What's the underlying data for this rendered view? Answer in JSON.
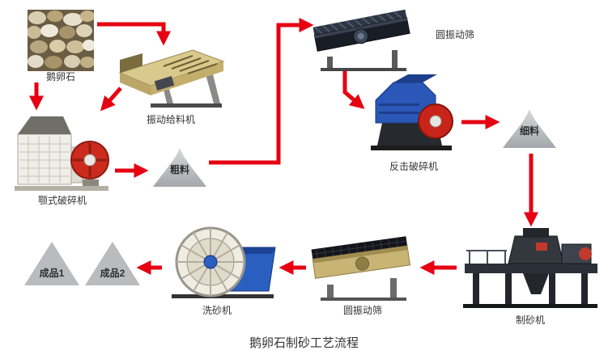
{
  "title": "鹅卵石制砂工艺流程",
  "colors": {
    "arrow": "#e60012",
    "label": "#333333"
  },
  "nodes": {
    "pebbles": {
      "label": "鹅卵石"
    },
    "vibrating_feeder": {
      "label": "振动给料机"
    },
    "jaw_crusher": {
      "label": "颚式破碎机"
    },
    "coarse_material": {
      "label": "粗料"
    },
    "circular_vibrating_screen_top": {
      "label": "圆振动筛"
    },
    "impact_crusher": {
      "label": "反击破碎机"
    },
    "fine_material": {
      "label": "细料"
    },
    "sand_making_machine": {
      "label": "制砂机"
    },
    "circular_vibrating_screen_bottom": {
      "label": "圆振动筛"
    },
    "sand_washer": {
      "label": "洗砂机"
    },
    "finished_product_1": {
      "label": "成品1"
    },
    "finished_product_2": {
      "label": "成品2"
    }
  }
}
